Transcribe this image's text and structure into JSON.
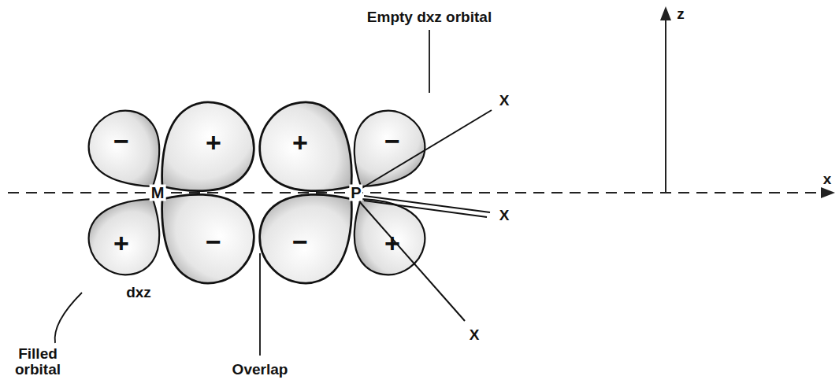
{
  "diagram": {
    "labels": [
      "Empty dxz orbital",
      "z",
      "x",
      "−",
      "+",
      "+",
      "−",
      "M",
      "P",
      "X",
      "X",
      "X",
      "+",
      "−",
      "−",
      "+",
      "dxz",
      "Filled orbital",
      "Overlap"
    ]
  }
}
